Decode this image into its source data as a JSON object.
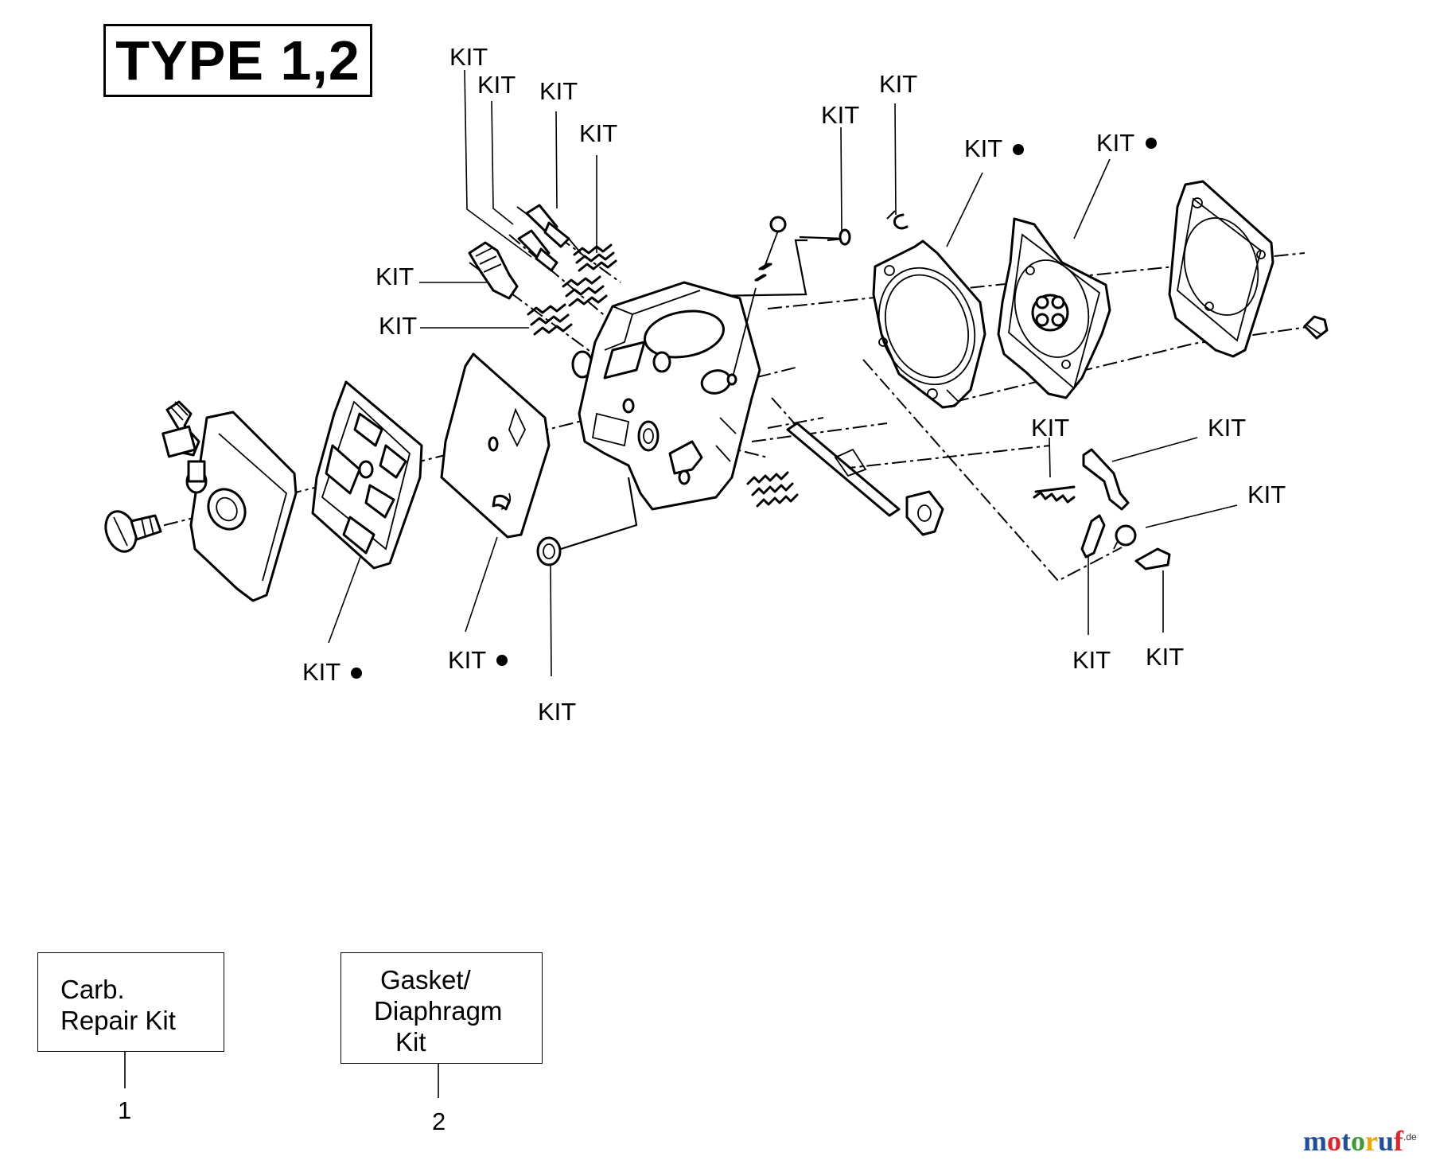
{
  "title": "TYPE 1,2",
  "callout_text": "KIT",
  "callouts": [
    {
      "id": "c1",
      "text": "KIT",
      "marked": false
    },
    {
      "id": "c2",
      "text": "KIT",
      "marked": false
    },
    {
      "id": "c3",
      "text": "KIT",
      "marked": false
    },
    {
      "id": "c4",
      "text": "KIT",
      "marked": false
    },
    {
      "id": "c5",
      "text": "KIT",
      "marked": false
    },
    {
      "id": "c6",
      "text": "KIT",
      "marked": false
    },
    {
      "id": "c7",
      "text": "KIT",
      "marked": false
    },
    {
      "id": "c8",
      "text": "KIT",
      "marked": false
    },
    {
      "id": "c9",
      "text": "KIT",
      "marked": true
    },
    {
      "id": "c10",
      "text": "KIT",
      "marked": true
    },
    {
      "id": "c11",
      "text": "KIT",
      "marked": false
    },
    {
      "id": "c12",
      "text": "KIT",
      "marked": false
    },
    {
      "id": "c13",
      "text": "KIT",
      "marked": false
    },
    {
      "id": "c14",
      "text": "KIT",
      "marked": true
    },
    {
      "id": "c15",
      "text": "KIT",
      "marked": true
    },
    {
      "id": "c16",
      "text": "KIT",
      "marked": false
    },
    {
      "id": "c17",
      "text": "KIT",
      "marked": false
    },
    {
      "id": "c18",
      "text": "KIT",
      "marked": false
    }
  ],
  "legend": [
    {
      "number": "1",
      "lines": [
        "Carb.",
        "Repair Kit"
      ]
    },
    {
      "number": "2",
      "lines": [
        "Gasket/",
        "Diaphragm",
        "Kit"
      ]
    }
  ],
  "watermark": {
    "letters": [
      "m",
      "o",
      "t",
      "o",
      "r",
      "u",
      "f"
    ],
    "suffix": ".de",
    "colors": [
      "#1f4e9c",
      "#e4222a",
      "#1f4e9c",
      "#3a9a36",
      "#f0a500",
      "#1f4e9c",
      "#e4222a"
    ]
  },
  "colors": {
    "ink": "#000000",
    "background": "#ffffff"
  }
}
